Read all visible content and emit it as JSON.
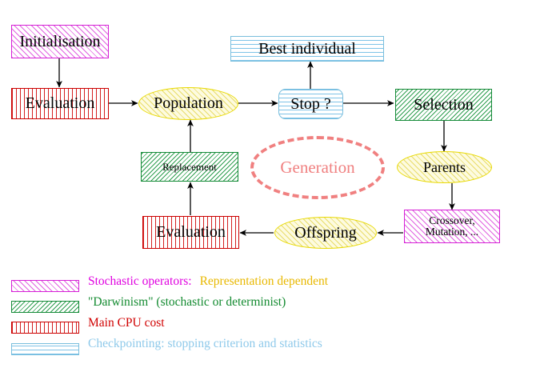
{
  "diagram": {
    "title": "Evolutionary Algorithm Cycle",
    "nodes": {
      "initialisation": {
        "label": "Initialisation",
        "category": "stochastic-operators",
        "shape": "rect"
      },
      "evaluation_top": {
        "label": "Evaluation",
        "category": "main-cpu-cost",
        "shape": "rect"
      },
      "population": {
        "label": "Population",
        "category": "neutral",
        "shape": "ellipse"
      },
      "stop": {
        "label": "Stop ?",
        "category": "checkpointing",
        "shape": "rounded-rect"
      },
      "best_individual": {
        "label": "Best individual",
        "category": "checkpointing",
        "shape": "rect"
      },
      "selection": {
        "label": "Selection",
        "category": "darwinism",
        "shape": "rect"
      },
      "parents": {
        "label": "Parents",
        "category": "neutral",
        "shape": "ellipse"
      },
      "variation": {
        "label": "Crossover,\nMutation, ...",
        "category": "stochastic-operators",
        "shape": "rect"
      },
      "offspring": {
        "label": "Offspring",
        "category": "neutral",
        "shape": "ellipse"
      },
      "evaluation_bottom": {
        "label": "Evaluation",
        "category": "main-cpu-cost",
        "shape": "rect"
      },
      "replacement": {
        "label": "Replacement",
        "category": "darwinism",
        "shape": "rect"
      },
      "generation": {
        "label": "Generation",
        "category": "annotation",
        "shape": "dashed-ellipse"
      }
    },
    "edges": [
      {
        "from": "initialisation",
        "to": "evaluation_top"
      },
      {
        "from": "evaluation_top",
        "to": "population"
      },
      {
        "from": "population",
        "to": "stop"
      },
      {
        "from": "stop",
        "to": "best_individual"
      },
      {
        "from": "stop",
        "to": "selection"
      },
      {
        "from": "selection",
        "to": "parents"
      },
      {
        "from": "parents",
        "to": "variation"
      },
      {
        "from": "variation",
        "to": "offspring"
      },
      {
        "from": "offspring",
        "to": "evaluation_bottom"
      },
      {
        "from": "evaluation_bottom",
        "to": "replacement"
      },
      {
        "from": "replacement",
        "to": "population"
      }
    ]
  },
  "legend": {
    "rows": [
      {
        "swatch": "hatch-magenta",
        "text_primary": "Stochastic operators:",
        "text_secondary": "Representation dependent",
        "color_primary": "#e000e0",
        "color_secondary": "#e8b800"
      },
      {
        "swatch": "hatch-green",
        "text_primary": "\"Darwinism\" (stochastic or determinist)",
        "text_secondary": "",
        "color_primary": "#128a2f",
        "color_secondary": ""
      },
      {
        "swatch": "hatch-red",
        "text_primary": "Main CPU cost",
        "text_secondary": "",
        "color_primary": "#d00000",
        "color_secondary": ""
      },
      {
        "swatch": "hatch-blue",
        "text_primary": "Checkpointing: stopping criterion and statistics",
        "text_secondary": "",
        "color_primary": "#8ec9ea",
        "color_secondary": ""
      }
    ]
  },
  "colors": {
    "background": "#ffffff",
    "stochastic_operators": "#d61fd6",
    "darwinism": "#148a37",
    "main_cpu_cost": "#cc0000",
    "checkpointing": "#79bedd",
    "neutral_ellipse": "#e8d900",
    "generation_annotation": "#f08080",
    "arrow": "#000000"
  }
}
